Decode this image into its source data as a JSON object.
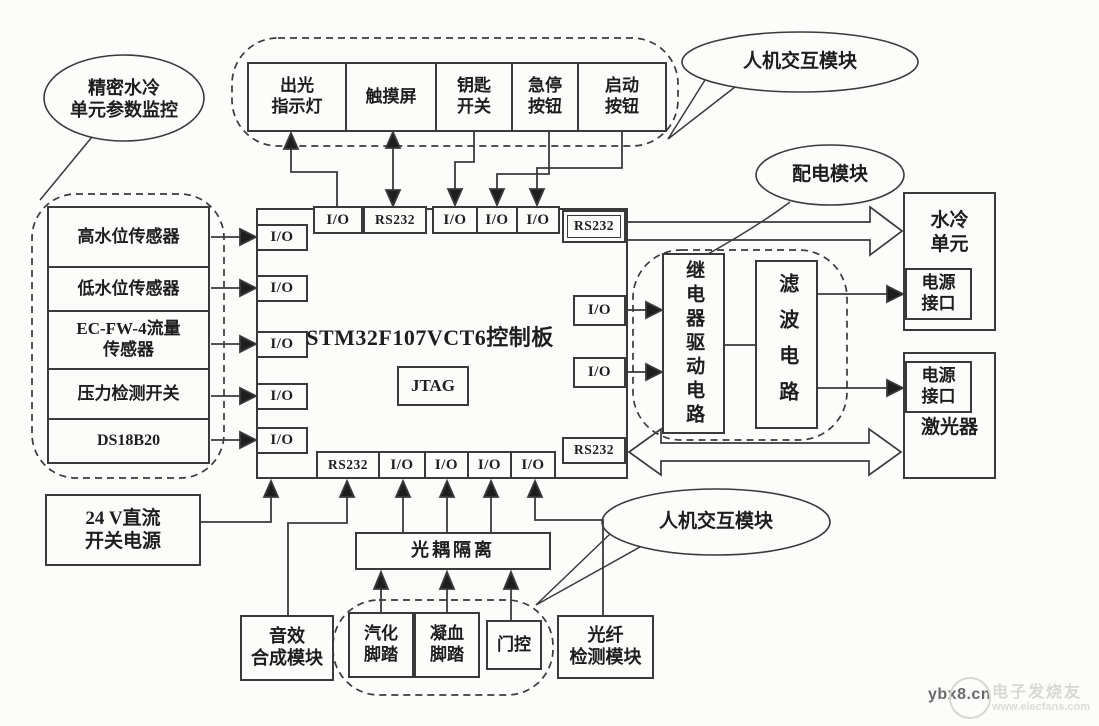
{
  "callouts": {
    "precision_cooling": "精密水冷\n单元参数监控",
    "hmi_top": "人机交互模块",
    "power_distribution": "配电模块",
    "hmi_bottom": "人机交互模块"
  },
  "top_devices": {
    "light_indicator": "出光\n指示灯",
    "touch_screen": "触摸屏",
    "key_switch": "钥匙\n开关",
    "emergency_stop": "急停\n按钮",
    "start_button": "启动\n按钮"
  },
  "sensors": {
    "high_water": "高水位传感器",
    "low_water": "低水位传感器",
    "flow": "EC-FW-4流量\n传感器",
    "pressure": "压力检测开关",
    "ds18b20": "DS18B20"
  },
  "board": {
    "title": "STM32F107VCT6控制板",
    "jtag": "JTAG",
    "io": "I/O",
    "rs232": "RS232"
  },
  "power_module": {
    "relay_driver": "继电器驱动电路",
    "filter": "滤波电路"
  },
  "right_units": {
    "cooling_unit": "水冷\n单元",
    "cooling_power_port": "电源\n接口",
    "laser_power_port": "电源\n接口",
    "laser": "激光器"
  },
  "bottom_units": {
    "psu": "24 V直流\n开关电源",
    "audio": "音效\n合成模块",
    "opto_isolation": "光耦隔离",
    "vapor_pedal": "汽化\n脚踏",
    "coag_pedal": "凝血\n脚踏",
    "gate_control": "门控",
    "fiber_detect": "光纤\n检测模块"
  },
  "watermark": {
    "site": "ybx8.cn",
    "brand": "电子发烧友",
    "url": "www.elecfans.com"
  },
  "colors": {
    "line": "#3a3a3a",
    "text": "#1e1e1e",
    "background": "#fcfcfb"
  }
}
